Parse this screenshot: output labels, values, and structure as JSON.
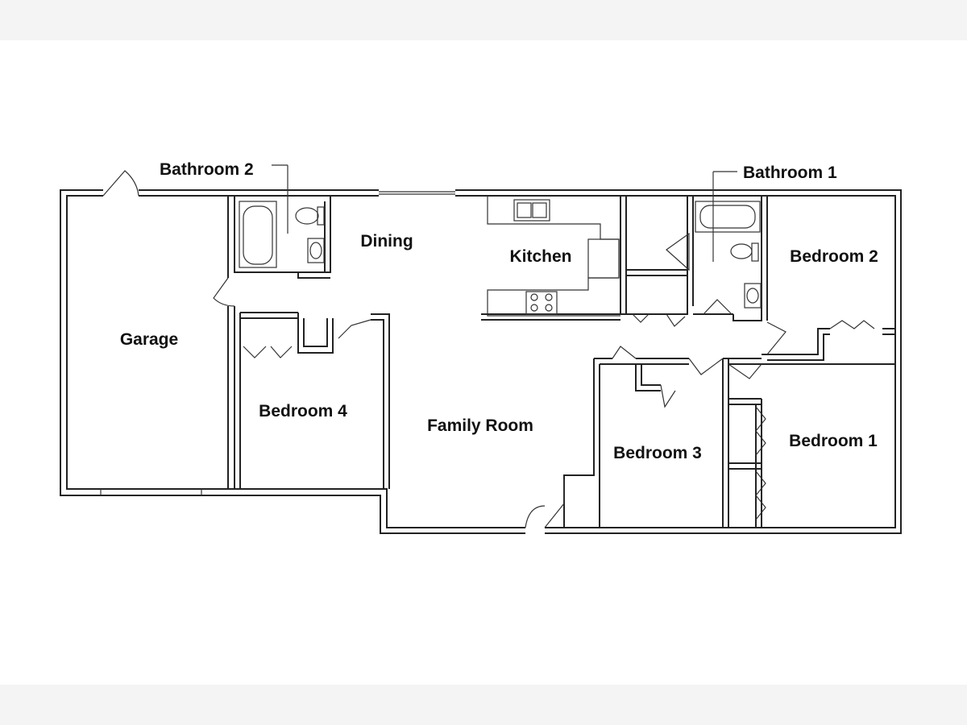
{
  "rooms": {
    "garage": "Garage",
    "bathroom2": "Bathroom 2",
    "dining": "Dining",
    "kitchen": "Kitchen",
    "bathroom1": "Bathroom 1",
    "bedroom2": "Bedroom 2",
    "bedroom4": "Bedroom 4",
    "family_room": "Family Room",
    "bedroom3": "Bedroom 3",
    "bedroom1": "Bedroom 1"
  }
}
